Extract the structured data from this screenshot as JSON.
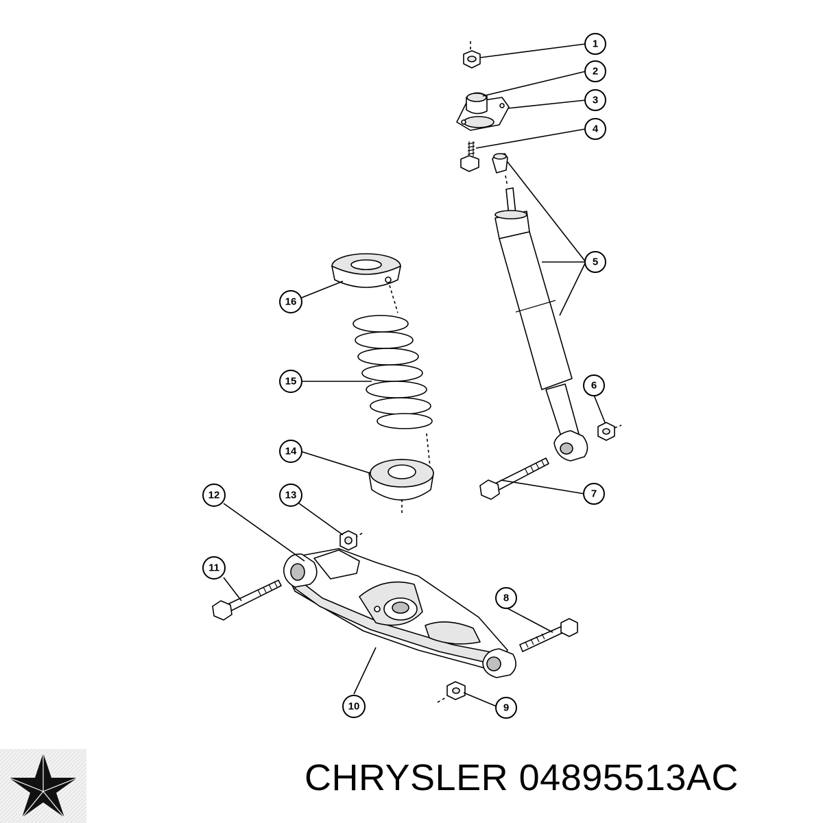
{
  "callouts": [
    "1",
    "2",
    "3",
    "4",
    "5",
    "6",
    "7",
    "8",
    "9",
    "10",
    "11",
    "12",
    "13",
    "14",
    "15",
    "16"
  ],
  "caption": {
    "brand": "CHRYSLER",
    "part_number": "04895513AC"
  },
  "logo": {
    "icon": "chrysler-pentastar-icon"
  }
}
